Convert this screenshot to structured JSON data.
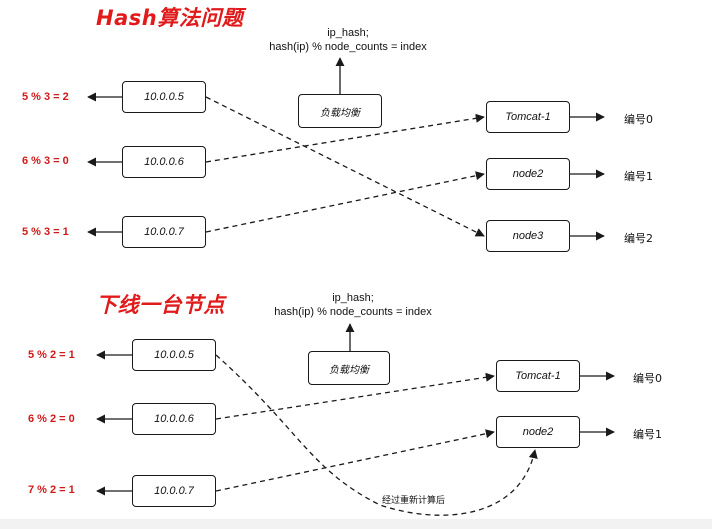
{
  "sections": [
    {
      "title": "Hash算法问题",
      "formula_line1": "ip_hash;",
      "formula_line2": "hash(ip) % node_counts = index",
      "lb_label": "负载均衡",
      "clients": [
        {
          "ip": "10.0.0.5",
          "calc": "5 % 3 = 2"
        },
        {
          "ip": "10.0.0.6",
          "calc": "6 % 3 = 0"
        },
        {
          "ip": "10.0.0.7",
          "calc": "5 % 3 = 1"
        }
      ],
      "nodes": [
        {
          "name": "Tomcat-1",
          "index_label": "编号0"
        },
        {
          "name": "node2",
          "index_label": "编号1"
        },
        {
          "name": "node3",
          "index_label": "编号2"
        }
      ]
    },
    {
      "title": "下线一台节点",
      "formula_line1": "ip_hash;",
      "formula_line2": "hash(ip) % node_counts = index",
      "lb_label": "负载均衡",
      "clients": [
        {
          "ip": "10.0.0.5",
          "calc": "5 % 2 = 1"
        },
        {
          "ip": "10.0.0.6",
          "calc": "6 % 2 = 0"
        },
        {
          "ip": "10.0.0.7",
          "calc": "7 % 2 = 1"
        }
      ],
      "nodes": [
        {
          "name": "Tomcat-1",
          "index_label": "编号0"
        },
        {
          "name": "node2",
          "index_label": "编号1"
        }
      ],
      "recalc_note": "经过重新计算后"
    }
  ],
  "colors": {
    "accent": "#e11b1b",
    "line": "#1a1a1a"
  }
}
